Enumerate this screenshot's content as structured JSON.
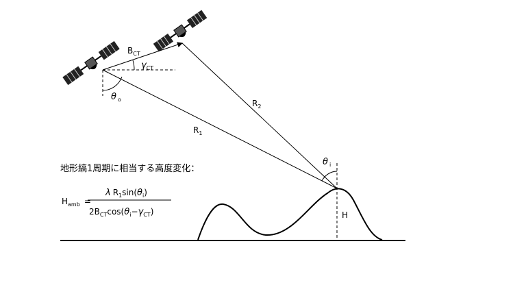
{
  "labels": {
    "baseline": "B",
    "baseline_sub": "CT",
    "gamma": "γ",
    "gamma_sub": "CT",
    "theta_o": "θ",
    "theta_o_sub": "o",
    "range_1": "R",
    "range_1_sub": "1",
    "range_2": "R",
    "range_2_sub": "2",
    "theta_i": "θ",
    "theta_i_sub": "i",
    "height": "H"
  },
  "formula": {
    "caption": "地形縞1周期に相当する高度変化：",
    "lhs": "H",
    "lhs_sub": "amb",
    "equals": "=",
    "num_lambda": "λ",
    "num_r": "R",
    "num_r_sub": "1",
    "num_sin": "sin(",
    "num_theta": "θ",
    "num_theta_sub": "i",
    "num_close": ")",
    "den_2b": "2B",
    "den_2b_sub": "CT",
    "den_cos": "cos(",
    "den_theta": "θ",
    "den_theta_sub": "i",
    "den_minus": "−",
    "den_gamma": "γ",
    "den_gamma_sub": "CT",
    "den_close": ")"
  },
  "colors": {
    "line": "#000000",
    "panel": "#d8d8d8",
    "solar": "#111111"
  }
}
